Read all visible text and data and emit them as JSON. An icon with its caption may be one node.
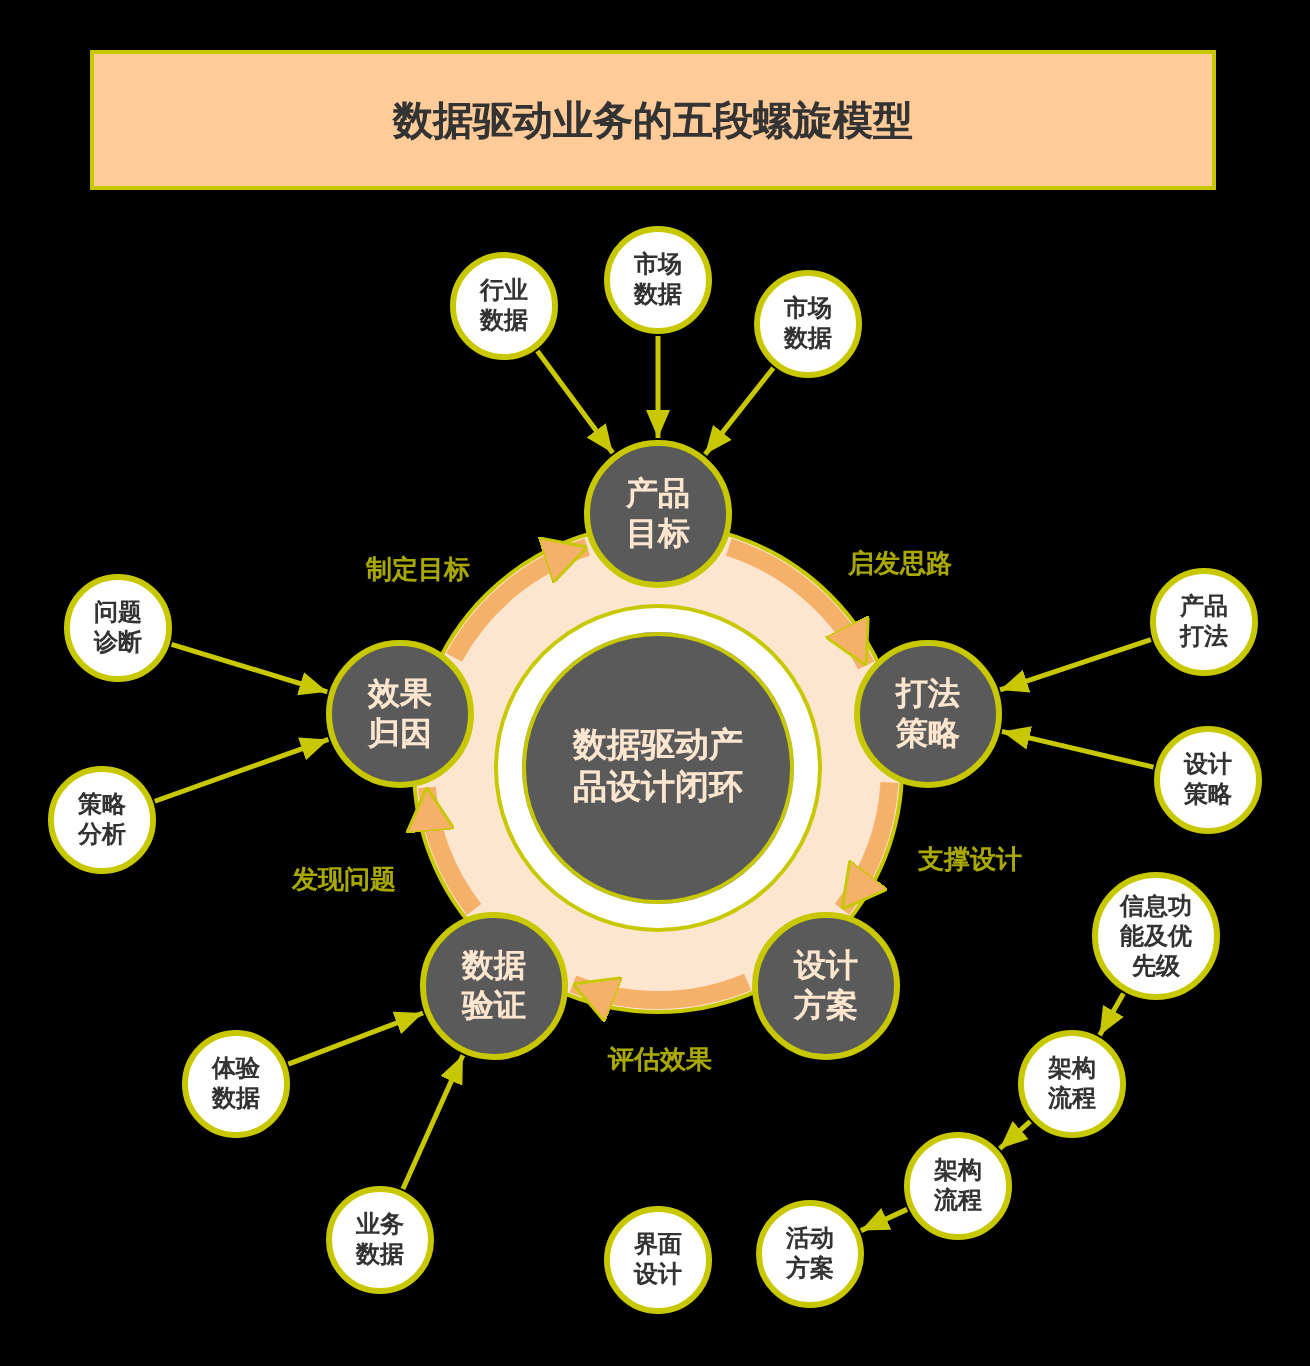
{
  "diagram": {
    "title": "数据驱动业务的五段螺旋模型",
    "nodes": [
      {
        "text": [
          "行业数据"
        ]
      },
      {
        "text": [
          "市场数据"
        ]
      },
      {
        "text": [
          "市场数据"
        ]
      },
      {
        "text": [
          "产品目标"
        ]
      },
      {
        "text": [
          "效果归因"
        ]
      },
      {
        "text": [
          "问题诊断"
        ]
      },
      {
        "text": [
          "数据驱动产品设计闭环"
        ]
      },
      {
        "text": [
          "打法策略"
        ]
      },
      {
        "text": [
          "产品打法"
        ]
      },
      {
        "text": [
          "策略分析"
        ]
      },
      {
        "text": [
          "设计策略"
        ]
      },
      {
        "text": [
          "数据验证"
        ]
      },
      {
        "text": [
          "设计方案"
        ]
      },
      {
        "text": [
          "信息功能及优先级"
        ]
      },
      {
        "text": [
          "架构流程"
        ]
      },
      {
        "text": [
          "体验数据"
        ]
      },
      {
        "text": [
          "架构流程"
        ]
      },
      {
        "text": [
          "业务数据"
        ]
      },
      {
        "text": [
          "活动方案"
        ]
      },
      {
        "text": [
          "界面设计"
        ]
      }
    ],
    "edges": [
      {
        "from": 0,
        "to": 3,
        "arrow": "to"
      },
      {
        "from": 1,
        "to": 3,
        "arrow": "to"
      },
      {
        "from": 2,
        "to": 3,
        "arrow": "to"
      },
      {
        "from": 8,
        "to": 7,
        "arrow": "to"
      },
      {
        "from": 10,
        "to": 7,
        "arrow": "to"
      },
      {
        "from": 5,
        "to": 4,
        "arrow": "to"
      },
      {
        "from": 9,
        "to": 4,
        "arrow": "to"
      },
      {
        "from": 15,
        "to": 11,
        "arrow": "to"
      },
      {
        "from": 17,
        "to": 11,
        "arrow": "to"
      },
      {
        "from": 13,
        "to": 14,
        "arrow": "to"
      },
      {
        "from": 14,
        "to": 16,
        "arrow": "to"
      },
      {
        "from": 16,
        "to": 18,
        "arrow": "to"
      },
      {
        "from": 4,
        "to": 3,
        "arrow": "to",
        "label": "制定目标",
        "style": "thick",
        "color": "#f5b06a"
      },
      {
        "from": 3,
        "to": 7,
        "arrow": "to",
        "label": "启发思路",
        "style": "thick",
        "color": "#f5b06a"
      },
      {
        "from": 7,
        "to": 12,
        "arrow": "to",
        "label": "支撑设计",
        "style": "thick",
        "color": "#f5b06a"
      },
      {
        "from": 12,
        "to": 11,
        "arrow": "to",
        "label": "评估效果",
        "style": "thick",
        "color": "#f5b06a"
      },
      {
        "from": 11,
        "to": 4,
        "arrow": "to",
        "label": "发现问题",
        "style": "thick",
        "color": "#f5b06a"
      }
    ]
  }
}
